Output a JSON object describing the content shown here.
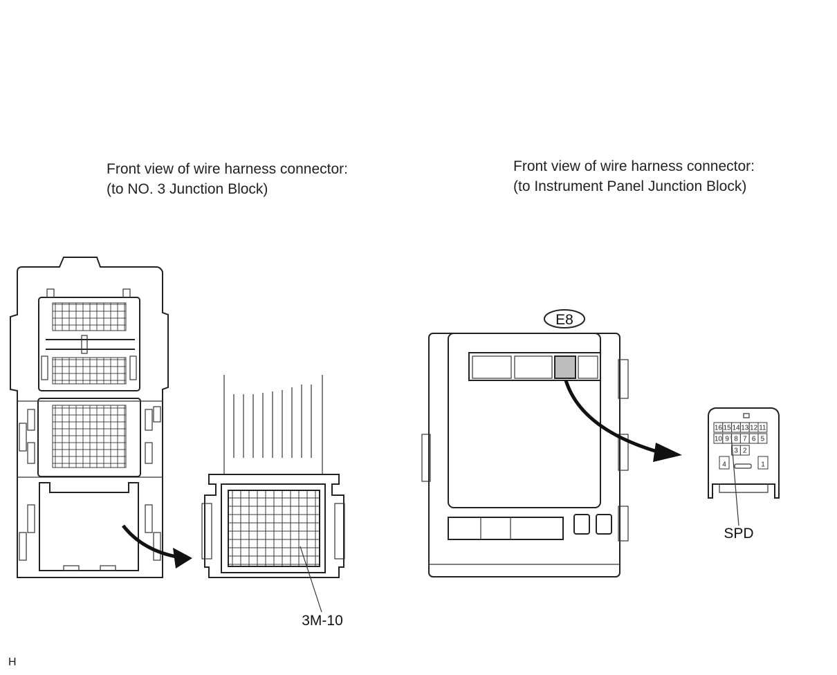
{
  "captions": {
    "left": {
      "line1": "Front view of wire harness connector:",
      "line2": "(to NO. 3 Junction Block)"
    },
    "right": {
      "line1": "Front view of wire harness connector:",
      "line2": "(to Instrument Panel Junction Block)"
    }
  },
  "labels": {
    "connector_3m": "3M-10",
    "connector_e8": "E8",
    "terminal_spd": "SPD",
    "figure_mark": "H"
  },
  "e8_pins": {
    "row1": [
      "16",
      "15",
      "14",
      "13",
      "12",
      "11"
    ],
    "row2": [
      "10",
      "9",
      "8",
      "7",
      "6",
      "5"
    ],
    "row3": [
      "3",
      "2"
    ],
    "left": "4",
    "right": "1"
  },
  "colors": {
    "line": "#222222",
    "highlight_cavity": "#bdbdbd"
  }
}
